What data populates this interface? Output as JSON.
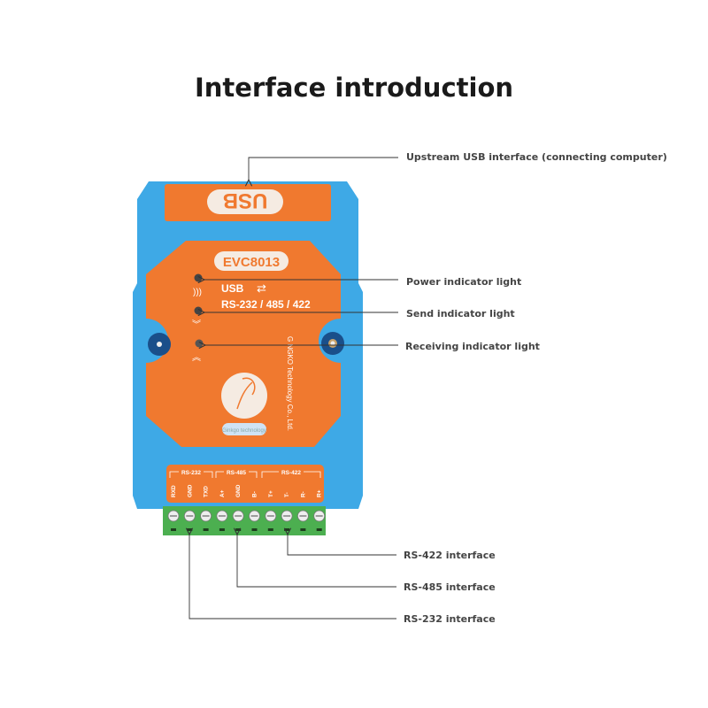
{
  "title": "Interface introduction",
  "device": {
    "usb_label": "USB",
    "model": "EVC8013",
    "line1": "USB",
    "line2": "RS-232 / 485 / 422",
    "maker": "G NGKO Technology Co., Ltd.",
    "logo_text": "Ginkgo technology",
    "groups": [
      "RS-232",
      "RS-485",
      "RS-422"
    ],
    "pins": [
      "RXD",
      "GND",
      "TXD",
      "A+",
      "GND",
      "B-",
      "T+",
      "T-",
      "R-",
      "R+"
    ],
    "colors": {
      "body": "#3ea9e6",
      "panel": "#f0792f",
      "terminal": "#4caf50"
    }
  },
  "callouts": [
    "Upstream USB interface (connecting computer)",
    "Power indicator light",
    "Send indicator light",
    "Receiving indicator light",
    "RS-422 interface",
    "RS-485 interface",
    "RS-232 interface"
  ]
}
